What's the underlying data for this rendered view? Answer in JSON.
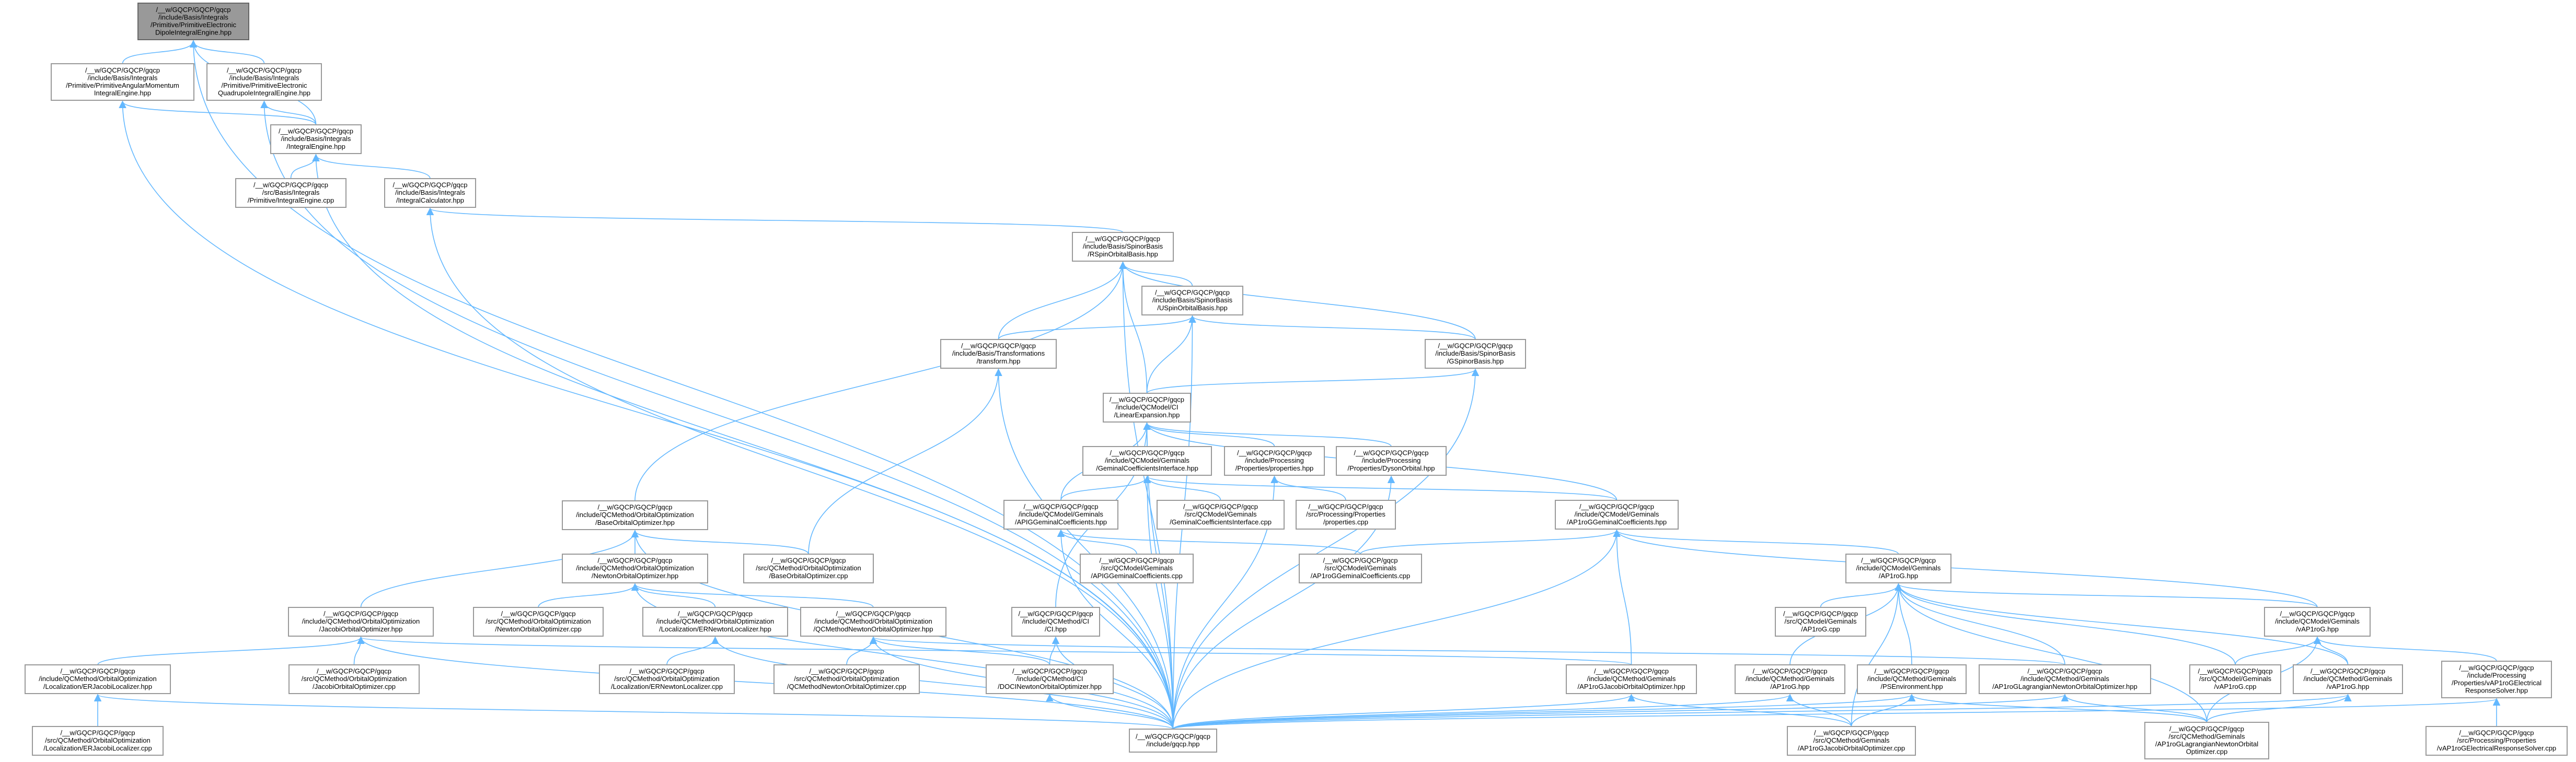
{
  "graph": {
    "title": "Include dependency graph (included by) for PrimitiveElectronicDipoleIntegralEngine.hpp",
    "edge_color": "#63b8ff",
    "root_fill": "#999999",
    "nodes": [
      {
        "id": "n0",
        "lines": [
          "/__w/GQCP/GQCP/gqcp",
          "/include/Basis/Integrals",
          "/Primitive/PrimitiveElectronic",
          "DipoleIntegralEngine.hpp"
        ],
        "root": true
      },
      {
        "id": "n1",
        "lines": [
          "/__w/GQCP/GQCP/gqcp",
          "/include/Basis/Integrals",
          "/Primitive/PrimitiveAngularMomentum",
          "IntegralEngine.hpp"
        ]
      },
      {
        "id": "n2",
        "lines": [
          "/__w/GQCP/GQCP/gqcp",
          "/include/Basis/Integrals",
          "/Primitive/PrimitiveElectronic",
          "QuadrupoleIntegralEngine.hpp"
        ]
      },
      {
        "id": "n3",
        "lines": [
          "/__w/GQCP/GQCP/gqcp",
          "/include/Basis/Integrals",
          "/IntegralEngine.hpp"
        ]
      },
      {
        "id": "n4",
        "lines": [
          "/__w/GQCP/GQCP/gqcp",
          "/src/Basis/Integrals",
          "/Primitive/IntegralEngine.cpp"
        ]
      },
      {
        "id": "n5",
        "lines": [
          "/__w/GQCP/GQCP/gqcp",
          "/include/Basis/Integrals",
          "/IntegralCalculator.hpp"
        ]
      },
      {
        "id": "n6",
        "lines": [
          "/__w/GQCP/GQCP/gqcp",
          "/include/Basis/SpinorBasis",
          "/RSpinOrbitalBasis.hpp"
        ]
      },
      {
        "id": "n7",
        "lines": [
          "/__w/GQCP/GQCP/gqcp",
          "/include/Basis/SpinorBasis",
          "/USpinOrbitalBasis.hpp"
        ]
      },
      {
        "id": "n8",
        "lines": [
          "/__w/GQCP/GQCP/gqcp",
          "/include/Basis/Transformations",
          "/transform.hpp"
        ]
      },
      {
        "id": "n9",
        "lines": [
          "/__w/GQCP/GQCP/gqcp",
          "/include/Basis/SpinorBasis",
          "/GSpinorBasis.hpp"
        ]
      },
      {
        "id": "n10",
        "lines": [
          "/__w/GQCP/GQCP/gqcp",
          "/include/QCModel/CI",
          "/LinearExpansion.hpp"
        ]
      },
      {
        "id": "n11",
        "lines": [
          "/__w/GQCP/GQCP/gqcp",
          "/include/QCModel/Geminals",
          "/GeminalCoefficientsInterface.hpp"
        ]
      },
      {
        "id": "n12",
        "lines": [
          "/__w/GQCP/GQCP/gqcp",
          "/include/Processing",
          "/Properties/properties.hpp"
        ]
      },
      {
        "id": "n13",
        "lines": [
          "/__w/GQCP/GQCP/gqcp",
          "/include/Processing",
          "/Properties/DysonOrbital.hpp"
        ]
      },
      {
        "id": "n14",
        "lines": [
          "/__w/GQCP/GQCP/gqcp",
          "/include/QCMethod/OrbitalOptimization",
          "/BaseOrbitalOptimizer.hpp"
        ]
      },
      {
        "id": "n15",
        "lines": [
          "/__w/GQCP/GQCP/gqcp",
          "/include/QCModel/Geminals",
          "/APIGGeminalCoefficients.hpp"
        ]
      },
      {
        "id": "n16",
        "lines": [
          "/__w/GQCP/GQCP/gqcp",
          "/src/QCModel/Geminals",
          "/GeminalCoefficientsInterface.cpp"
        ]
      },
      {
        "id": "n17",
        "lines": [
          "/__w/GQCP/GQCP/gqcp",
          "/src/Processing/Properties",
          "/properties.cpp"
        ]
      },
      {
        "id": "n18",
        "lines": [
          "/__w/GQCP/GQCP/gqcp",
          "/include/QCModel/Geminals",
          "/AP1roGGeminalCoefficients.hpp"
        ]
      },
      {
        "id": "n19",
        "lines": [
          "/__w/GQCP/GQCP/gqcp",
          "/include/QCMethod/OrbitalOptimization",
          "/JacobiOrbitalOptimizer.hpp"
        ]
      },
      {
        "id": "n20",
        "lines": [
          "/__w/GQCP/GQCP/gqcp",
          "/include/QCMethod/OrbitalOptimization",
          "/NewtonOrbitalOptimizer.hpp"
        ]
      },
      {
        "id": "n21",
        "lines": [
          "/__w/GQCP/GQCP/gqcp",
          "/src/QCMethod/OrbitalOptimization",
          "/BaseOrbitalOptimizer.cpp"
        ]
      },
      {
        "id": "n22",
        "lines": [
          "/__w/GQCP/GQCP/gqcp",
          "/src/QCModel/Geminals",
          "/APIGGeminalCoefficients.cpp"
        ]
      },
      {
        "id": "n23",
        "lines": [
          "/__w/GQCP/GQCP/gqcp",
          "/src/QCModel/Geminals",
          "/AP1roGGeminalCoefficients.cpp"
        ]
      },
      {
        "id": "n24",
        "lines": [
          "/__w/GQCP/GQCP/gqcp",
          "/include/QCModel/Geminals",
          "/AP1roG.hpp"
        ]
      },
      {
        "id": "n25",
        "lines": [
          "/__w/GQCP/GQCP/gqcp",
          "/src/QCMethod/OrbitalOptimization",
          "/NewtonOrbitalOptimizer.cpp"
        ]
      },
      {
        "id": "n26",
        "lines": [
          "/__w/GQCP/GQCP/gqcp",
          "/include/QCMethod/OrbitalOptimization",
          "/Localization/ERNewtonLocalizer.hpp"
        ]
      },
      {
        "id": "n27",
        "lines": [
          "/__w/GQCP/GQCP/gqcp",
          "/include/QCMethod/OrbitalOptimization",
          "/QCMethodNewtonOrbitalOptimizer.hpp"
        ]
      },
      {
        "id": "n28",
        "lines": [
          "/__w/GQCP/GQCP/gqcp",
          "/include/QCMethod/CI",
          "/CI.hpp"
        ]
      },
      {
        "id": "n29",
        "lines": [
          "/__w/GQCP/GQCP/gqcp",
          "/src/QCModel/Geminals",
          "/AP1roG.cpp"
        ]
      },
      {
        "id": "n30",
        "lines": [
          "/__w/GQCP/GQCP/gqcp",
          "/include/QCModel/Geminals",
          "/vAP1roG.hpp"
        ]
      },
      {
        "id": "n31",
        "lines": [
          "/__w/GQCP/GQCP/gqcp",
          "/include/QCMethod/OrbitalOptimization",
          "/Localization/ERJacobiLocalizer.hpp"
        ]
      },
      {
        "id": "n32",
        "lines": [
          "/__w/GQCP/GQCP/gqcp",
          "/src/QCMethod/OrbitalOptimization",
          "/JacobiOrbitalOptimizer.cpp"
        ]
      },
      {
        "id": "n33",
        "lines": [
          "/__w/GQCP/GQCP/gqcp",
          "/src/QCMethod/OrbitalOptimization",
          "/Localization/ERNewtonLocalizer.cpp"
        ]
      },
      {
        "id": "n34",
        "lines": [
          "/__w/GQCP/GQCP/gqcp",
          "/src/QCMethod/OrbitalOptimization",
          "/QCMethodNewtonOrbitalOptimizer.cpp"
        ]
      },
      {
        "id": "n35",
        "lines": [
          "/__w/GQCP/GQCP/gqcp",
          "/include/QCMethod/CI",
          "/DOCINewtonOrbitalOptimizer.hpp"
        ]
      },
      {
        "id": "n36",
        "lines": [
          "/__w/GQCP/GQCP/gqcp",
          "/include/QCMethod/Geminals",
          "/AP1roGJacobiOrbitalOptimizer.hpp"
        ]
      },
      {
        "id": "n37",
        "lines": [
          "/__w/GQCP/GQCP/gqcp",
          "/include/QCMethod/Geminals",
          "/AP1roG.hpp"
        ]
      },
      {
        "id": "n38",
        "lines": [
          "/__w/GQCP/GQCP/gqcp",
          "/include/QCMethod/Geminals",
          "/PSEnvironment.hpp"
        ]
      },
      {
        "id": "n39",
        "lines": [
          "/__w/GQCP/GQCP/gqcp",
          "/include/QCMethod/Geminals",
          "/AP1roGLagrangianNewtonOrbitalOptimizer.hpp"
        ]
      },
      {
        "id": "n40",
        "lines": [
          "/__w/GQCP/GQCP/gqcp",
          "/src/QCModel/Geminals",
          "/vAP1roG.cpp"
        ]
      },
      {
        "id": "n41",
        "lines": [
          "/__w/GQCP/GQCP/gqcp",
          "/include/QCMethod/Geminals",
          "/vAP1roG.hpp"
        ]
      },
      {
        "id": "n42",
        "lines": [
          "/__w/GQCP/GQCP/gqcp",
          "/include/Processing",
          "/Properties/vAP1roGElectrical",
          "ResponseSolver.hpp"
        ]
      },
      {
        "id": "n43",
        "lines": [
          "/__w/GQCP/GQCP/gqcp",
          "/src/QCMethod/OrbitalOptimization",
          "/Localization/ERJacobiLocalizer.cpp"
        ]
      },
      {
        "id": "n44",
        "lines": [
          "/__w/GQCP/GQCP/gqcp",
          "/include/gqcp.hpp"
        ]
      },
      {
        "id": "n45",
        "lines": [
          "/__w/GQCP/GQCP/gqcp",
          "/src/QCMethod/Geminals",
          "/AP1roGJacobiOrbitalOptimizer.cpp"
        ]
      },
      {
        "id": "n46",
        "lines": [
          "/__w/GQCP/GQCP/gqcp",
          "/src/QCMethod/Geminals",
          "/AP1roGLagrangianNewtonOrbital",
          "Optimizer.cpp"
        ]
      },
      {
        "id": "n47",
        "lines": [
          "/__w/GQCP/GQCP/gqcp",
          "/src/Processing/Properties",
          "/vAP1roGElectricalResponseSolver.cpp"
        ]
      }
    ],
    "edges": [
      [
        "n1",
        "n0"
      ],
      [
        "n2",
        "n0"
      ],
      [
        "n3",
        "n0"
      ],
      [
        "n44",
        "n0"
      ],
      [
        "n3",
        "n1"
      ],
      [
        "n44",
        "n1"
      ],
      [
        "n3",
        "n2"
      ],
      [
        "n44",
        "n2"
      ],
      [
        "n4",
        "n3"
      ],
      [
        "n5",
        "n3"
      ],
      [
        "n44",
        "n3"
      ],
      [
        "n6",
        "n5"
      ],
      [
        "n44",
        "n5"
      ],
      [
        "n7",
        "n6"
      ],
      [
        "n8",
        "n6"
      ],
      [
        "n10",
        "n6"
      ],
      [
        "n9",
        "n6"
      ],
      [
        "n14",
        "n6"
      ],
      [
        "n44",
        "n6"
      ],
      [
        "n8",
        "n7"
      ],
      [
        "n10",
        "n7"
      ],
      [
        "n9",
        "n7"
      ],
      [
        "n44",
        "n7"
      ],
      [
        "n10",
        "n9"
      ],
      [
        "n44",
        "n9"
      ],
      [
        "n21",
        "n8"
      ],
      [
        "n44",
        "n8"
      ],
      [
        "n11",
        "n10"
      ],
      [
        "n12",
        "n10"
      ],
      [
        "n13",
        "n10"
      ],
      [
        "n18",
        "n10"
      ],
      [
        "n15",
        "n10"
      ],
      [
        "n28",
        "n10"
      ],
      [
        "n44",
        "n10"
      ],
      [
        "n15",
        "n11"
      ],
      [
        "n16",
        "n11"
      ],
      [
        "n18",
        "n11"
      ],
      [
        "n44",
        "n11"
      ],
      [
        "n17",
        "n12"
      ],
      [
        "n44",
        "n12"
      ],
      [
        "n44",
        "n13"
      ],
      [
        "n19",
        "n14"
      ],
      [
        "n20",
        "n14"
      ],
      [
        "n21",
        "n14"
      ],
      [
        "n44",
        "n14"
      ],
      [
        "n22",
        "n15"
      ],
      [
        "n23",
        "n15"
      ],
      [
        "n44",
        "n15"
      ],
      [
        "n23",
        "n18"
      ],
      [
        "n24",
        "n18"
      ],
      [
        "n30",
        "n18"
      ],
      [
        "n36",
        "n18"
      ],
      [
        "n44",
        "n18"
      ],
      [
        "n25",
        "n20"
      ],
      [
        "n26",
        "n20"
      ],
      [
        "n27",
        "n20"
      ],
      [
        "n44",
        "n20"
      ],
      [
        "n31",
        "n19"
      ],
      [
        "n32",
        "n19"
      ],
      [
        "n36",
        "n19"
      ],
      [
        "n44",
        "n19"
      ],
      [
        "n33",
        "n26"
      ],
      [
        "n44",
        "n26"
      ],
      [
        "n34",
        "n27"
      ],
      [
        "n35",
        "n27"
      ],
      [
        "n39",
        "n27"
      ],
      [
        "n44",
        "n27"
      ],
      [
        "n35",
        "n28"
      ],
      [
        "n44",
        "n28"
      ],
      [
        "n44",
        "n35"
      ],
      [
        "n43",
        "n31"
      ],
      [
        "n44",
        "n31"
      ],
      [
        "n29",
        "n24"
      ],
      [
        "n30",
        "n24"
      ],
      [
        "n37",
        "n24"
      ],
      [
        "n38",
        "n24"
      ],
      [
        "n39",
        "n24"
      ],
      [
        "n40",
        "n24"
      ],
      [
        "n41",
        "n24"
      ],
      [
        "n45",
        "n24"
      ],
      [
        "n46",
        "n24"
      ],
      [
        "n40",
        "n30"
      ],
      [
        "n41",
        "n30"
      ],
      [
        "n42",
        "n30"
      ],
      [
        "n46",
        "n30"
      ],
      [
        "n44",
        "n36"
      ],
      [
        "n45",
        "n36"
      ],
      [
        "n44",
        "n37"
      ],
      [
        "n45",
        "n37"
      ],
      [
        "n44",
        "n38"
      ],
      [
        "n45",
        "n38"
      ],
      [
        "n46",
        "n38"
      ],
      [
        "n44",
        "n39"
      ],
      [
        "n46",
        "n39"
      ],
      [
        "n44",
        "n41"
      ],
      [
        "n46",
        "n41"
      ],
      [
        "n44",
        "n42"
      ],
      [
        "n47",
        "n42"
      ]
    ]
  }
}
